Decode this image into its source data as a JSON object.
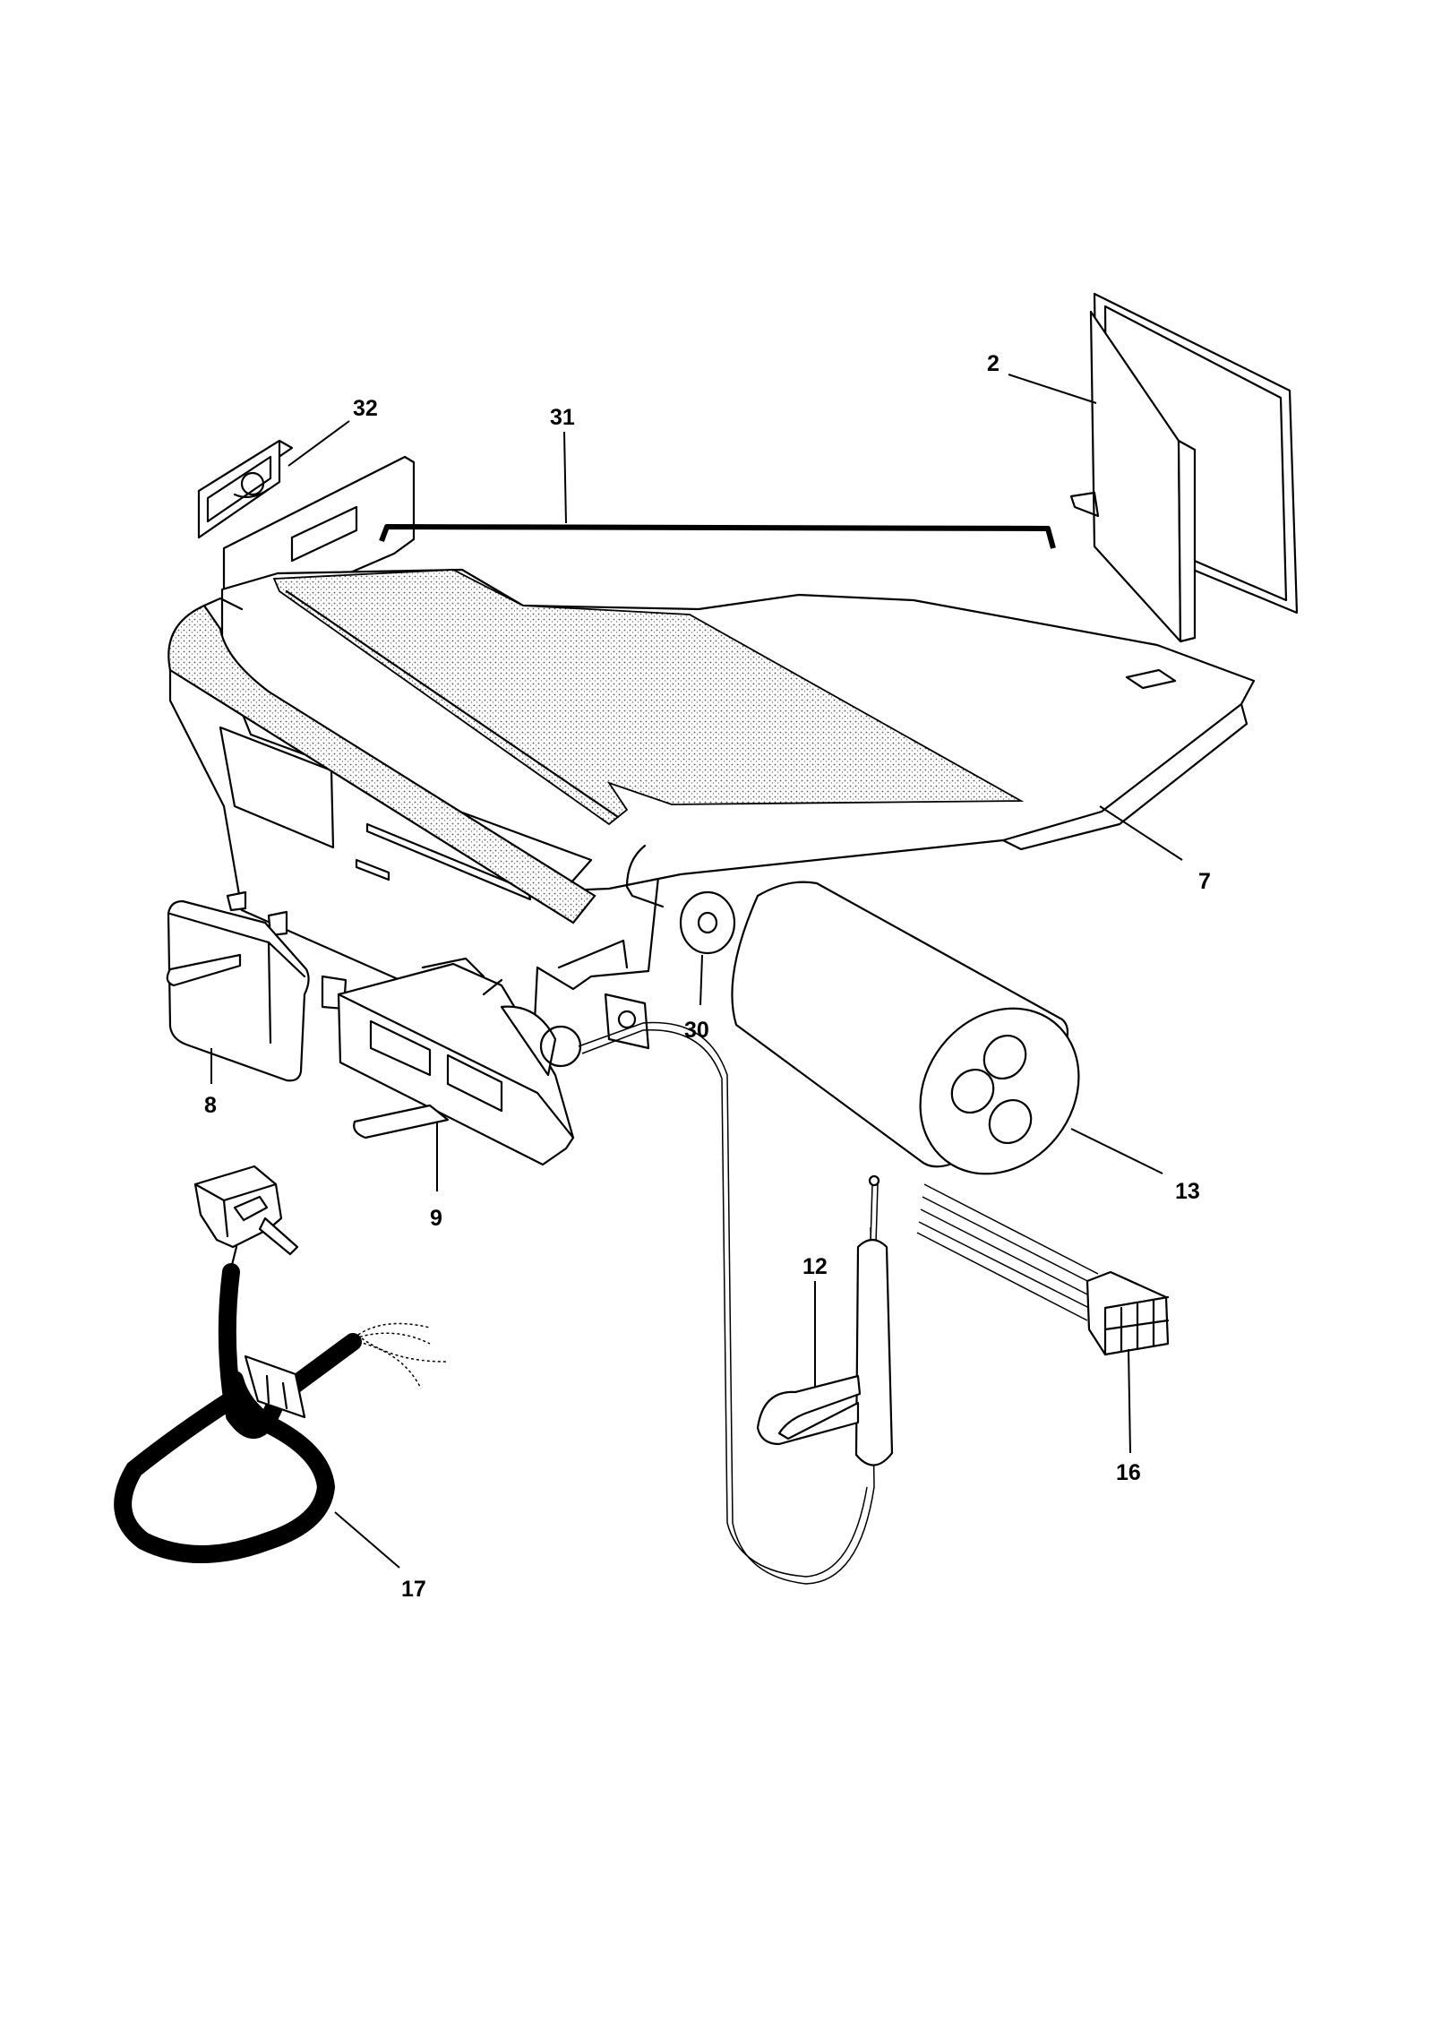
{
  "diagram": {
    "callouts": {
      "c2": "2",
      "c7": "7",
      "c8": "8",
      "c9": "9",
      "c12": "12",
      "c13": "13",
      "c16": "16",
      "c17": "17",
      "c30": "30",
      "c31": "31",
      "c32": "32"
    }
  },
  "colors": {
    "line": "#000000",
    "background": "#ffffff",
    "foam": "#d9d9d9"
  }
}
